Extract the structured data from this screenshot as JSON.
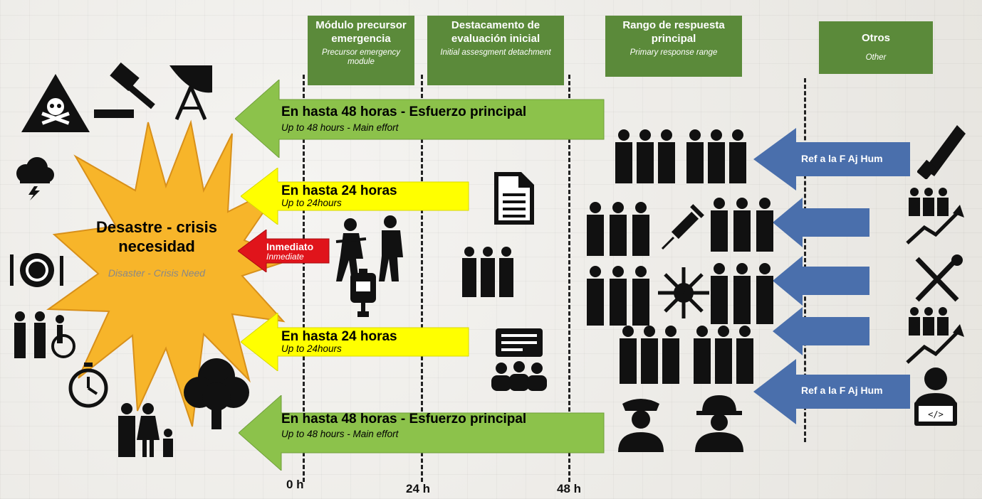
{
  "headers": [
    {
      "title": "Módulo precursor emergencia",
      "subtitle": "Precursor emergency module"
    },
    {
      "title": "Destacamento de evaluación inicial",
      "subtitle": "Initial assesgment detachment"
    },
    {
      "title": "Rango de respuesta principal",
      "subtitle": "Primary response range"
    },
    {
      "title": "Otros",
      "subtitle": "Other"
    }
  ],
  "timeline": [
    "0 h",
    "24 h",
    "48 h"
  ],
  "burst": {
    "title": "Desastre - crisis necesidad",
    "subtitle": "Disaster - Crisis Need"
  },
  "arrows": {
    "green_top": {
      "title": "En hasta 48 horas - Esfuerzo principal",
      "subtitle": "Up to 48 hours - Main effort"
    },
    "yellow_top": {
      "title": "En hasta 24 horas",
      "subtitle": "Up to 24hours"
    },
    "red": {
      "title": "Inmediato",
      "subtitle": "Inmediate"
    },
    "yellow_bottom": {
      "title": "En hasta 24 horas",
      "subtitle": "Up to 24hours"
    },
    "green_bottom": {
      "title": "En hasta 48 horas - Esfuerzo principal",
      "subtitle": "Up to 48 hours - Main effort"
    }
  },
  "blue_arrows": {
    "top": "Ref a la F Aj Hum",
    "bottom": "Ref a la F Aj Hum"
  },
  "colors": {
    "header_green": "#5b8a3a",
    "arrow_green": "#8cc24b",
    "arrow_yellow": "#ffff00",
    "arrow_red": "#e0141b",
    "arrow_blue": "#4a6fac",
    "burst_yellow": "#f7b52a"
  },
  "icons": [
    "hazard-skull-icon",
    "gavel-icon",
    "satellite-dish-icon",
    "storm-cloud-icon",
    "plate-cutlery-icon",
    "family-wheelchair-icon",
    "stopwatch-icon",
    "family-icon",
    "tree-icon",
    "soldiers-icon",
    "iv-bag-icon",
    "document-icon",
    "presentation-group-icon",
    "people-group-icon",
    "syringe-icon",
    "virus-icon",
    "police-icon",
    "firefighter-icon",
    "saw-icon",
    "growth-people-icon",
    "tools-icon",
    "coder-icon"
  ]
}
